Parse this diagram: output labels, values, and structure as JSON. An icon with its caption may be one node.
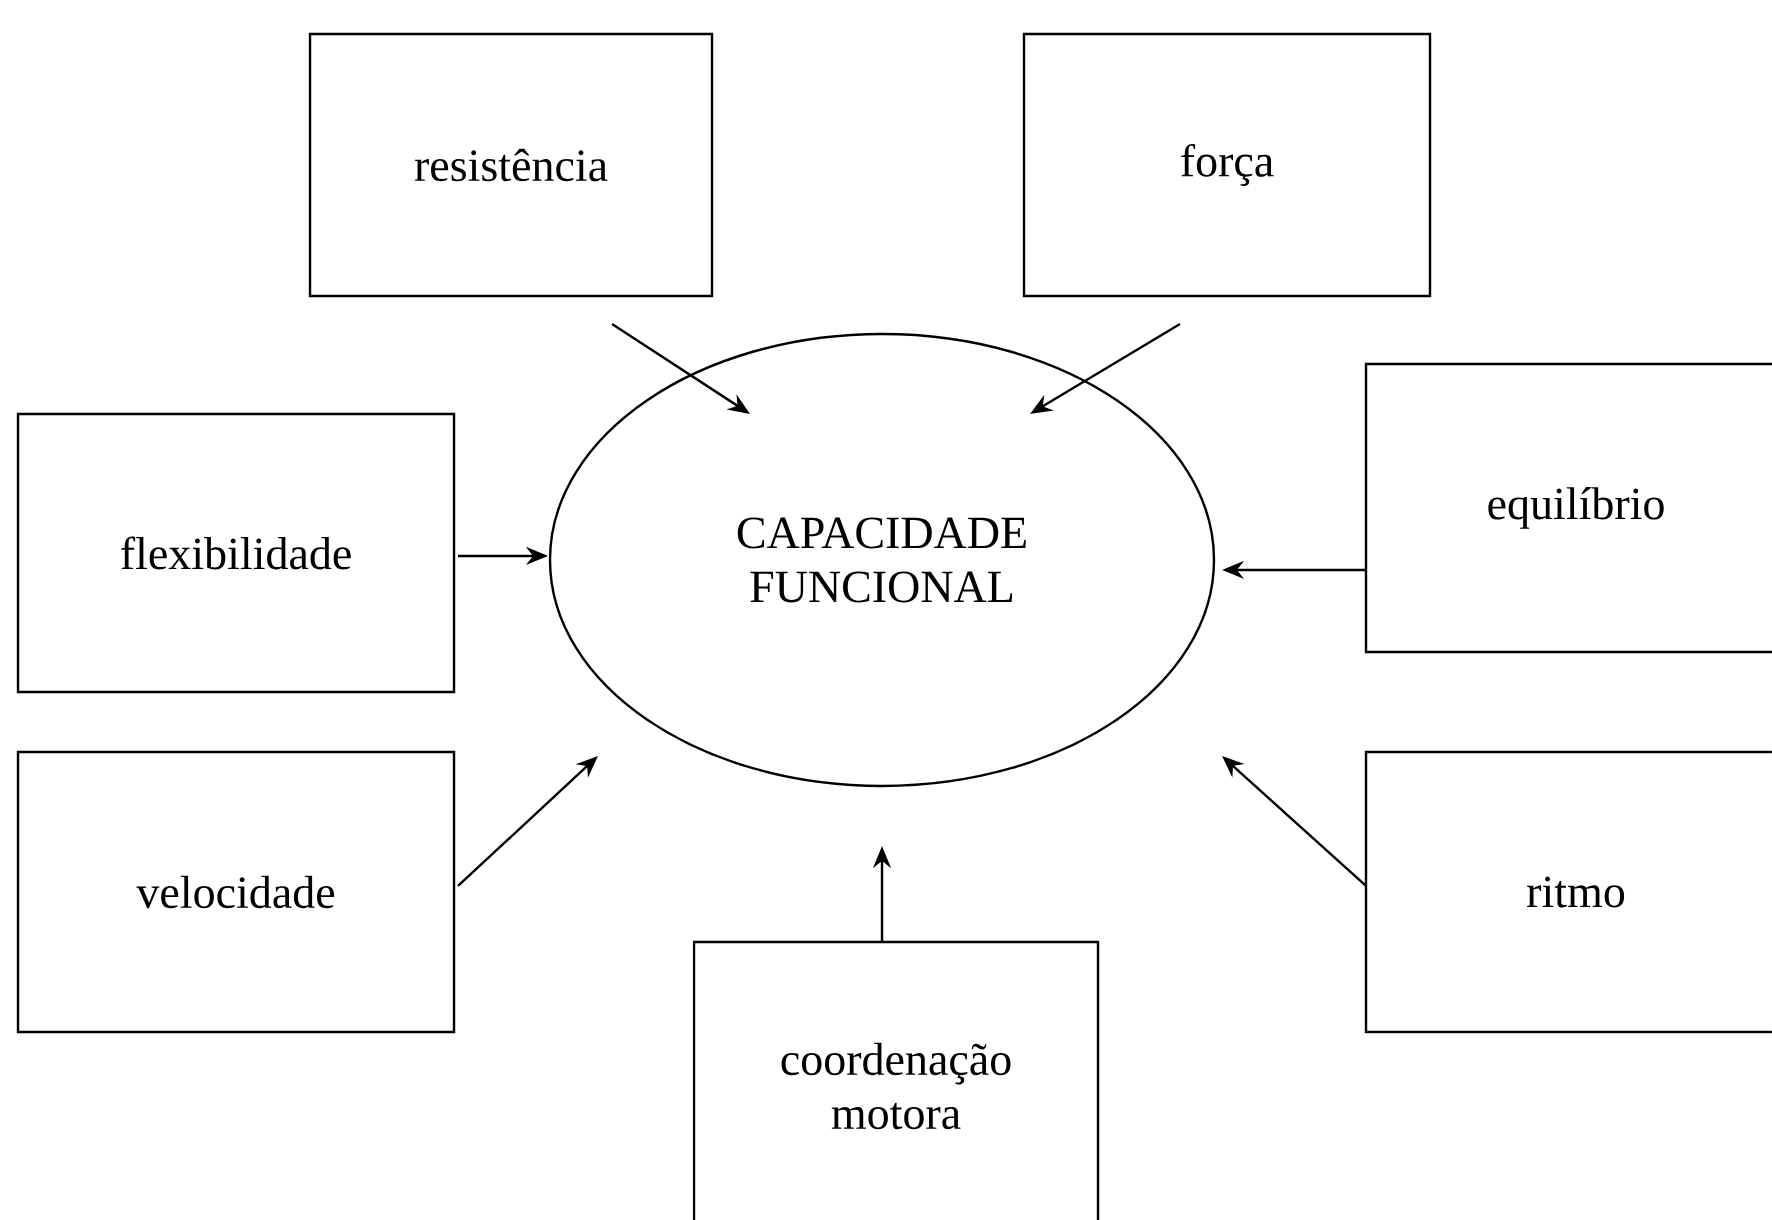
{
  "diagram": {
    "nodes": [
      {
        "text": [
          "resistência"
        ]
      },
      {
        "text": [
          "força"
        ]
      },
      {
        "text": [
          "flexibilidade"
        ]
      },
      {
        "text": [
          "equilíbrio"
        ]
      },
      {
        "text": [
          "CAPACIDADE FUNCIONAL"
        ]
      },
      {
        "text": [
          "velocidade"
        ]
      },
      {
        "text": [
          "ritmo"
        ]
      },
      {
        "text": [
          "coordenação motora"
        ]
      }
    ],
    "edges": [
      {
        "from": 0,
        "to": 4,
        "arrow": "to"
      },
      {
        "from": 1,
        "to": 4,
        "arrow": "to"
      },
      {
        "from": 2,
        "to": 4,
        "arrow": "to"
      },
      {
        "from": 3,
        "to": 4,
        "arrow": "to"
      },
      {
        "from": 5,
        "to": 4,
        "arrow": "to"
      },
      {
        "from": 6,
        "to": 4,
        "arrow": "to"
      },
      {
        "from": 7,
        "to": 4,
        "arrow": "to"
      }
    ]
  }
}
